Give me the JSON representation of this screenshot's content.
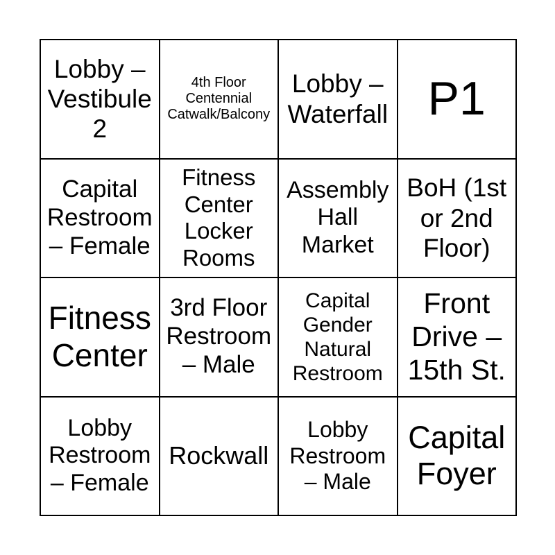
{
  "card": {
    "rows": 4,
    "cols": 4,
    "background_color": "#ffffff",
    "grid_line_color": "#000000",
    "text_color": "#000000",
    "cells": [
      {
        "text": "Lobby –\nVestibule\n2"
      },
      {
        "text": "4th Floor\nCentennial\nCatwalk/Balcony"
      },
      {
        "text": "Lobby –\nWaterfall"
      },
      {
        "text": "P1"
      },
      {
        "text": "Capital\nRestroom\n– Female"
      },
      {
        "text": "Fitness\nCenter\nLocker\nRooms"
      },
      {
        "text": "Assembly\nHall\nMarket"
      },
      {
        "text": "BoH (1st\nor 2nd\nFloor)"
      },
      {
        "text": "Fitness\nCenter"
      },
      {
        "text": "3rd Floor\nRestroom\n– Male"
      },
      {
        "text": "Capital\nGender\nNatural\nRestroom"
      },
      {
        "text": "Front\nDrive –\n15th St."
      },
      {
        "text": "Lobby\nRestroom\n– Female"
      },
      {
        "text": "Rockwall"
      },
      {
        "text": "Lobby\nRestroom\n– Male"
      },
      {
        "text": "Capital\nFoyer"
      }
    ]
  }
}
